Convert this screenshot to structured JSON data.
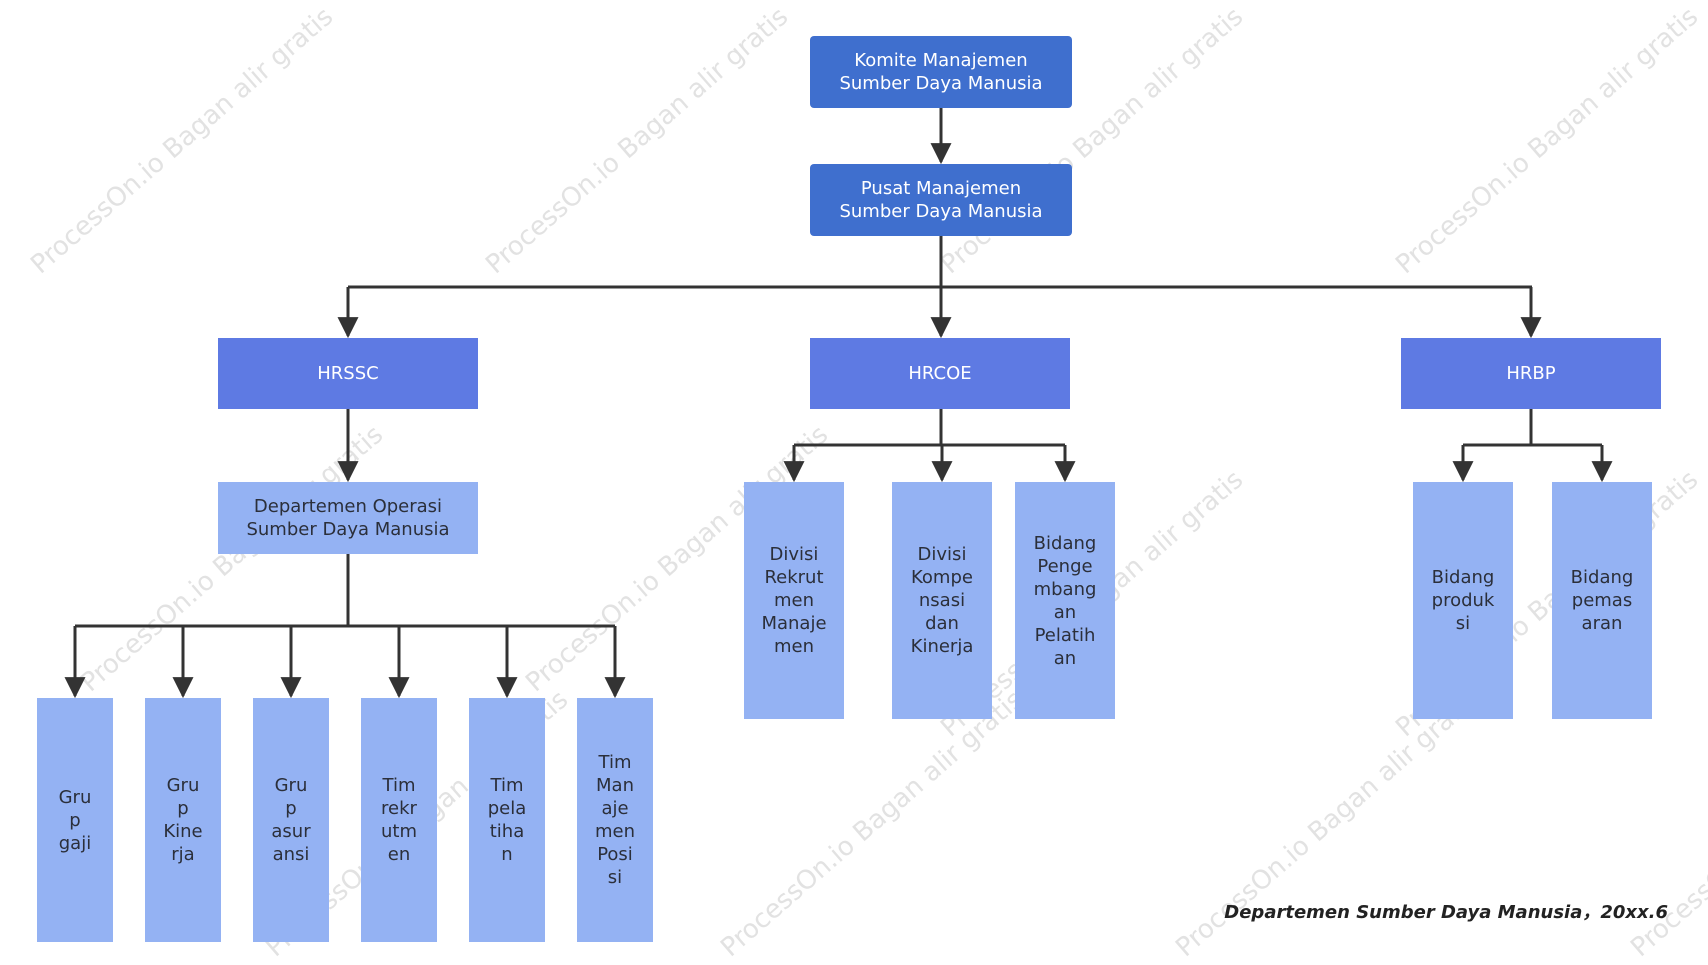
{
  "diagram": {
    "root": {
      "lines": [
        "Komite Manajemen",
        "Sumber Daya Manusia"
      ]
    },
    "center": {
      "lines": [
        "Pusat Manajemen",
        "Sumber Daya Manusia"
      ]
    },
    "hrssc": {
      "label": "HRSSC"
    },
    "hrcoe": {
      "label": "HRCOE"
    },
    "hrbp": {
      "label": "HRBP"
    },
    "ops_dept": {
      "lines": [
        "Departemen Operasi",
        "Sumber Daya Manusia"
      ]
    },
    "ops_groups": [
      {
        "lines": [
          "Gru",
          "p",
          "gaji"
        ]
      },
      {
        "lines": [
          "Gru",
          "p",
          "Kine",
          "rja"
        ]
      },
      {
        "lines": [
          "Gru",
          "p",
          "asur",
          "ansi"
        ]
      },
      {
        "lines": [
          "Tim",
          "rekr",
          "utm",
          "en"
        ]
      },
      {
        "lines": [
          "Tim",
          "pela",
          "tiha",
          "n"
        ]
      },
      {
        "lines": [
          "Tim",
          "Man",
          "aje",
          "men",
          "Posi",
          "si"
        ]
      }
    ],
    "coe_divisions": [
      {
        "lines": [
          "Divisi",
          "Rekrut",
          "men",
          "Manaje",
          "men"
        ]
      },
      {
        "lines": [
          "Divisi",
          "Kompe",
          "nsasi",
          "dan",
          "Kinerja"
        ]
      },
      {
        "lines": [
          "Bidang",
          "Penge",
          "mbang",
          "an",
          "Pelatih",
          "an"
        ]
      }
    ],
    "bp_fields": [
      {
        "lines": [
          "Bidang",
          "produk",
          "si"
        ]
      },
      {
        "lines": [
          "Bidang",
          "pemas",
          "aran"
        ]
      }
    ]
  },
  "footer": "Departemen Sumber Daya Manusia，20xx.6",
  "watermark": "ProcessOn.io Bagan alir gratis",
  "colors": {
    "dark": "#3f6fce",
    "mid": "#5e7ae3",
    "light": "#94b2f3",
    "connector": "#333333"
  }
}
